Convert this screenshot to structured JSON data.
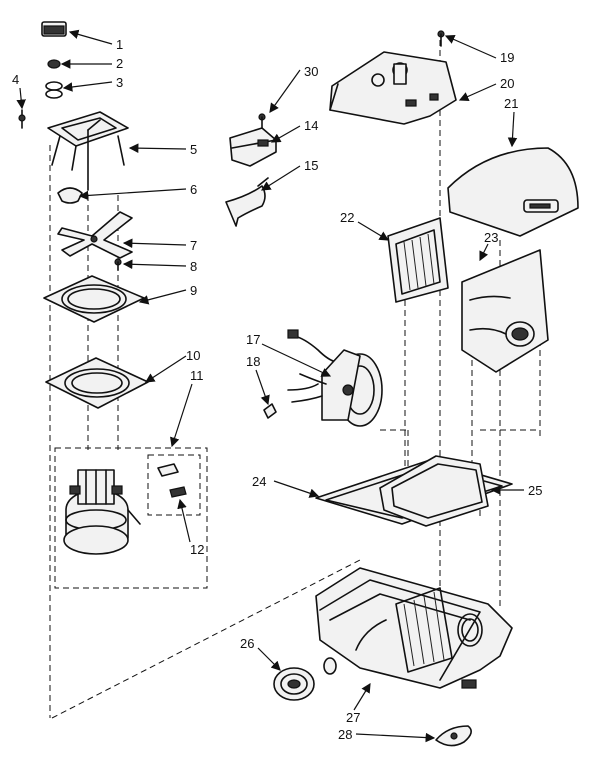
{
  "callouts": [
    {
      "id": "1",
      "label": "1"
    },
    {
      "id": "2",
      "label": "2"
    },
    {
      "id": "3",
      "label": "3"
    },
    {
      "id": "4",
      "label": "4"
    },
    {
      "id": "5",
      "label": "5"
    },
    {
      "id": "6",
      "label": "6"
    },
    {
      "id": "7",
      "label": "7"
    },
    {
      "id": "8",
      "label": "8"
    },
    {
      "id": "9",
      "label": "9"
    },
    {
      "id": "10",
      "label": "10"
    },
    {
      "id": "11",
      "label": "11"
    },
    {
      "id": "12",
      "label": "12"
    },
    {
      "id": "14",
      "label": "14"
    },
    {
      "id": "15",
      "label": "15"
    },
    {
      "id": "17",
      "label": "17"
    },
    {
      "id": "18",
      "label": "18"
    },
    {
      "id": "19",
      "label": "19"
    },
    {
      "id": "20",
      "label": "20"
    },
    {
      "id": "21",
      "label": "21"
    },
    {
      "id": "22",
      "label": "22"
    },
    {
      "id": "23",
      "label": "23"
    },
    {
      "id": "24",
      "label": "24"
    },
    {
      "id": "25",
      "label": "25"
    },
    {
      "id": "26",
      "label": "26"
    },
    {
      "id": "27",
      "label": "27"
    },
    {
      "id": "28",
      "label": "28"
    },
    {
      "id": "30",
      "label": "30"
    }
  ]
}
